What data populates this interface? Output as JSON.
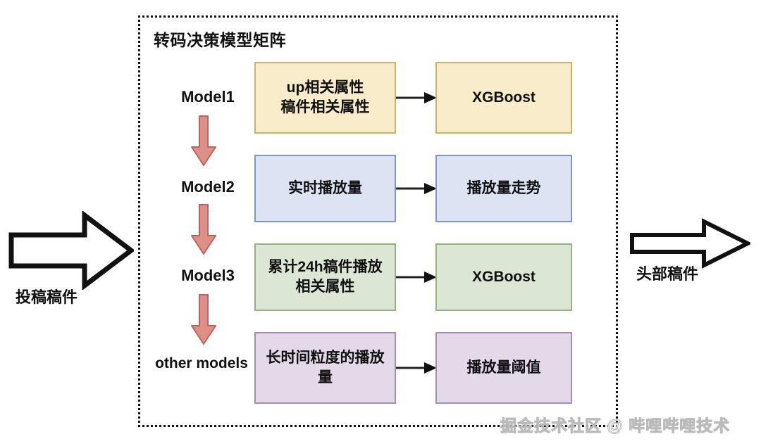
{
  "diagram": {
    "container_title": "转码决策模型矩阵",
    "flow": {
      "input_label": "投稿稿件",
      "output_label": "头部稿件",
      "input_icon": "block-arrow-right-icon",
      "output_icon": "block-arrow-right-icon"
    },
    "stages": [
      {
        "label": "Model1"
      },
      {
        "label": "Model2"
      },
      {
        "label": "Model3"
      },
      {
        "label": "other models"
      }
    ],
    "stage_arrow_icon": "arrow-down-icon",
    "connector_icon": "arrow-right-icon",
    "rows": [
      {
        "color": "#f8ecca",
        "border": "#cbb26a",
        "input_lines": [
          "up相关属性",
          "稿件相关属性"
        ],
        "output_lines": [
          "XGBoost"
        ]
      },
      {
        "color": "#dce4f3",
        "border": "#7d96c4",
        "input_lines": [
          "实时播放量"
        ],
        "output_lines": [
          "播放量走势"
        ]
      },
      {
        "color": "#dce6d4",
        "border": "#96b182",
        "input_lines": [
          "累计24h稿件播放",
          "相关属性"
        ],
        "output_lines": [
          "XGBoost"
        ]
      },
      {
        "color": "#e4d9e9",
        "border": "#a98cb5",
        "input_lines": [
          "长时间粒度的播放",
          "量"
        ],
        "output_lines": [
          "播放量阈值"
        ]
      }
    ],
    "watermark": "掘金技术社区 @ 哔哩哔哩技术",
    "colors": {
      "stage_arrow_fill": "#dd9088",
      "stage_arrow_stroke": "#b9655e",
      "container_border": "#111111",
      "connector_stroke": "#222222"
    }
  }
}
